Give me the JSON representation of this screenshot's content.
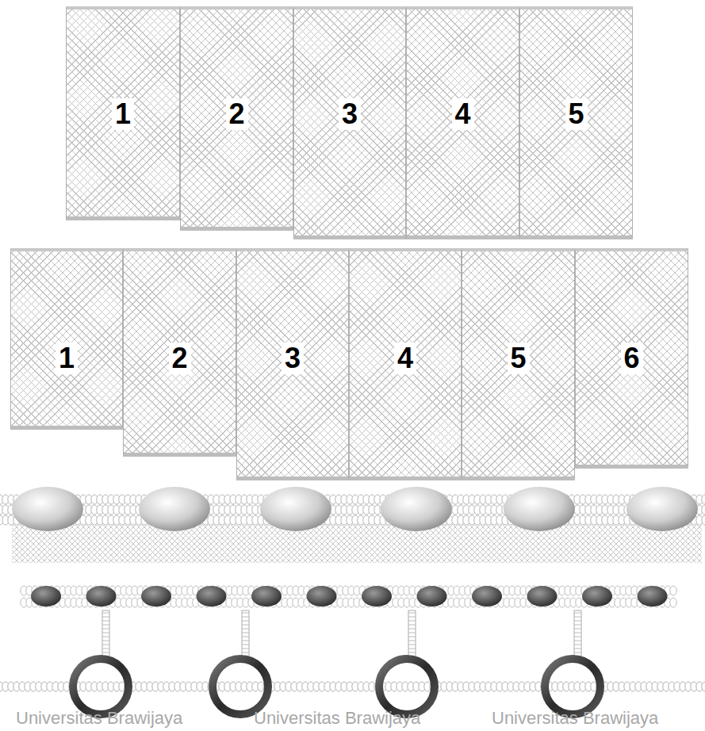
{
  "diagram": {
    "nodes": [
      {
        "text": [
          "1"
        ]
      },
      {
        "text": [
          "2"
        ]
      },
      {
        "text": [
          "3"
        ]
      },
      {
        "text": [
          "4"
        ]
      },
      {
        "text": [
          "5"
        ]
      },
      {
        "text": [
          "1"
        ]
      },
      {
        "text": [
          "2"
        ]
      },
      {
        "text": [
          "3"
        ]
      },
      {
        "text": [
          "4"
        ]
      },
      {
        "text": [
          "5"
        ]
      },
      {
        "text": [
          "6"
        ]
      }
    ],
    "labels": [
      "Universitas Brawijaya",
      "Universitas Brawijaya",
      "Universitas Brawijaya"
    ]
  }
}
